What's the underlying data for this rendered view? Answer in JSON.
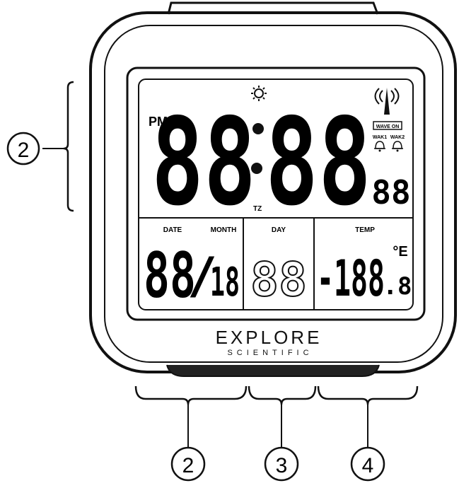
{
  "time": {
    "meridiem": "PM",
    "digits": "88:88",
    "seconds": "88",
    "timezone_marker": "TZ"
  },
  "icons": {
    "sun": "sun-icon",
    "tower": "radio-tower-icon",
    "alarm": "alarm-bell-icon"
  },
  "wave_label": "WAVE ON",
  "alarm_labels": [
    "WAK1",
    "WAK2"
  ],
  "date_section": {
    "date_label": "DATE",
    "month_label": "MONTH",
    "date_value": "88",
    "slash": "/",
    "month_value": "18"
  },
  "day_section": {
    "label": "DAY",
    "value": "88"
  },
  "temp_section": {
    "label": "TEMP",
    "value": "-188",
    "decimal": ".8",
    "unit": "°E"
  },
  "brand": {
    "name": "EXPLORE",
    "sub": "SCIENTIFIC"
  },
  "callouts": {
    "left": "2",
    "bottom_left": "2",
    "bottom_middle": "3",
    "bottom_right": "4"
  }
}
